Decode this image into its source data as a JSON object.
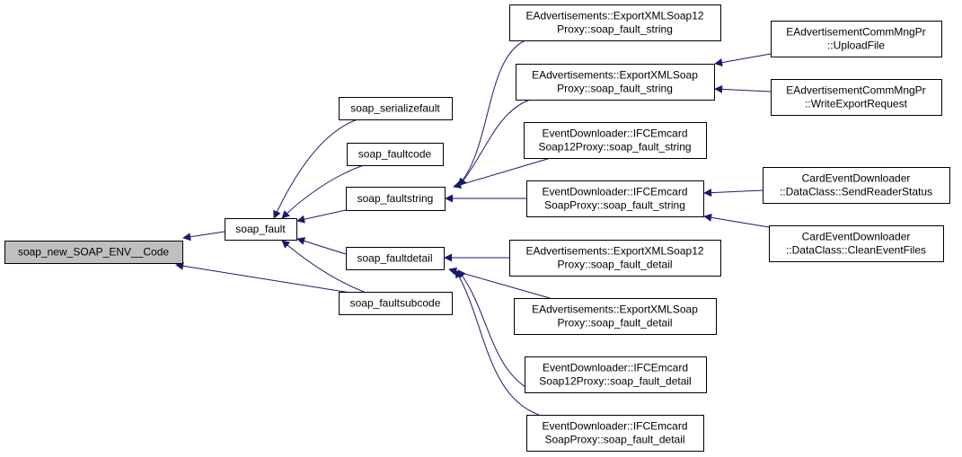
{
  "graph": {
    "edge_color": "#191970",
    "root_fill": "#bfbfbf",
    "nodes": [
      {
        "id": "root",
        "lines": [
          "soap_new_SOAP_ENV__Code"
        ]
      },
      {
        "id": "fault",
        "lines": [
          "soap_fault"
        ]
      },
      {
        "id": "serializefault",
        "lines": [
          "soap_serializefault"
        ]
      },
      {
        "id": "faultcode",
        "lines": [
          "soap_faultcode"
        ]
      },
      {
        "id": "faultstring",
        "lines": [
          "soap_faultstring"
        ]
      },
      {
        "id": "faultdetail",
        "lines": [
          "soap_faultdetail"
        ]
      },
      {
        "id": "faultsubcode",
        "lines": [
          "soap_faultsubcode"
        ]
      },
      {
        "id": "ea12_string",
        "lines": [
          "EAdvertisements::ExportXMLSoap12",
          "Proxy::soap_fault_string"
        ]
      },
      {
        "id": "ea_string",
        "lines": [
          "EAdvertisements::ExportXMLSoap",
          "Proxy::soap_fault_string"
        ]
      },
      {
        "id": "ed12_string",
        "lines": [
          "EventDownloader::IFCEmcard",
          "Soap12Proxy::soap_fault_string"
        ]
      },
      {
        "id": "ed_string",
        "lines": [
          "EventDownloader::IFCEmcard",
          "SoapProxy::soap_fault_string"
        ]
      },
      {
        "id": "ea12_detail",
        "lines": [
          "EAdvertisements::ExportXMLSoap12",
          "Proxy::soap_fault_detail"
        ]
      },
      {
        "id": "ea_detail",
        "lines": [
          "EAdvertisements::ExportXMLSoap",
          "Proxy::soap_fault_detail"
        ]
      },
      {
        "id": "ed12_detail",
        "lines": [
          "EventDownloader::IFCEmcard",
          "Soap12Proxy::soap_fault_detail"
        ]
      },
      {
        "id": "ed_detail",
        "lines": [
          "EventDownloader::IFCEmcard",
          "SoapProxy::soap_fault_detail"
        ]
      },
      {
        "id": "upload",
        "lines": [
          "EAdvertisementCommMngPr",
          "::UploadFile"
        ]
      },
      {
        "id": "writeexport",
        "lines": [
          "EAdvertisementCommMngPr",
          "::WriteExportRequest"
        ]
      },
      {
        "id": "sendreader",
        "lines": [
          "CardEventDownloader",
          "::DataClass::SendReaderStatus"
        ]
      },
      {
        "id": "cleanevent",
        "lines": [
          "CardEventDownloader",
          "::DataClass::CleanEventFiles"
        ]
      }
    ],
    "edges": [
      {
        "from": "fault",
        "to": "root"
      },
      {
        "from": "faultsubcode",
        "to": "root"
      },
      {
        "from": "serializefault",
        "to": "fault"
      },
      {
        "from": "faultcode",
        "to": "fault"
      },
      {
        "from": "faultstring",
        "to": "fault"
      },
      {
        "from": "faultdetail",
        "to": "fault"
      },
      {
        "from": "faultsubcode",
        "to": "fault"
      },
      {
        "from": "ea12_string",
        "to": "faultstring"
      },
      {
        "from": "ea_string",
        "to": "faultstring"
      },
      {
        "from": "ed12_string",
        "to": "faultstring"
      },
      {
        "from": "ed_string",
        "to": "faultstring"
      },
      {
        "from": "ea12_detail",
        "to": "faultdetail"
      },
      {
        "from": "ea_detail",
        "to": "faultdetail"
      },
      {
        "from": "ed12_detail",
        "to": "faultdetail"
      },
      {
        "from": "ed_detail",
        "to": "faultdetail"
      },
      {
        "from": "upload",
        "to": "ea_string"
      },
      {
        "from": "writeexport",
        "to": "ea_string"
      },
      {
        "from": "sendreader",
        "to": "ed_string"
      },
      {
        "from": "cleanevent",
        "to": "ed_string"
      }
    ]
  }
}
